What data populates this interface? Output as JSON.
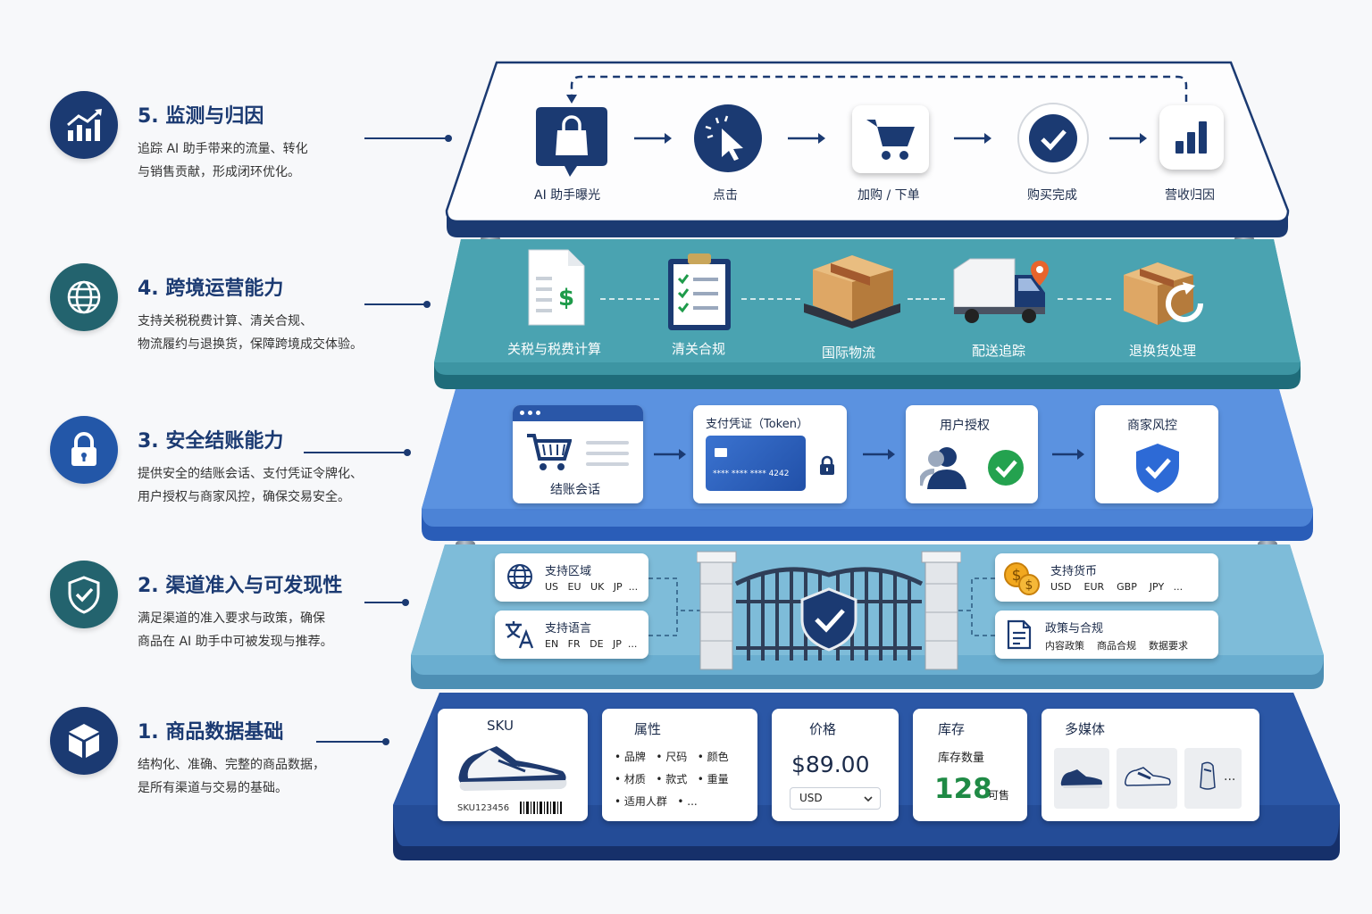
{
  "steps": [
    {
      "number": "5.",
      "title": "监测与归因",
      "desc_lines": [
        "追踪 AI 助手带来的流量、转化",
        "与销售贡献，形成闭环优化。"
      ],
      "icon": "trend-chart-icon",
      "color": "#1b3a72"
    },
    {
      "number": "4.",
      "title": "跨境运营能力",
      "desc_lines": [
        "支持关税税费计算、清关合规、",
        "物流履约与退换货，保障跨境成交体验。"
      ],
      "icon": "globe-icon",
      "color": "#23636e"
    },
    {
      "number": "3.",
      "title": "安全结账能力",
      "desc_lines": [
        "提供安全的结账会话、支付凭证令牌化、",
        "用户授权与商家风控，确保交易安全。"
      ],
      "icon": "lock-icon",
      "color": "#2357a8"
    },
    {
      "number": "2.",
      "title": "渠道准入与可发现性",
      "desc_lines": [
        "满足渠道的准入要求与政策，确保",
        "商品在 AI 助手中可被发现与推荐。"
      ],
      "icon": "shield-check-icon",
      "color": "#23636e"
    },
    {
      "number": "1.",
      "title": "商品数据基础",
      "desc_lines": [
        "结构化、准确、完整的商品数据，",
        "是所有渠道与交易的基础。"
      ],
      "icon": "cube-icon",
      "color": "#1b3a72"
    }
  ],
  "layer5": {
    "items": [
      {
        "label": "AI 助手曝光",
        "icon": "shopping-bag-chat-icon"
      },
      {
        "label": "点击",
        "icon": "cursor-click-icon"
      },
      {
        "label": "加购 / 下单",
        "icon": "cart-icon"
      },
      {
        "label": "购买完成",
        "icon": "check-circle-icon"
      },
      {
        "label": "营收归因",
        "icon": "bar-chart-icon"
      }
    ]
  },
  "layer4": {
    "items": [
      {
        "label": "关税与税费计算",
        "icon": "tax-document-icon"
      },
      {
        "label": "清关合规",
        "icon": "clipboard-checklist-icon"
      },
      {
        "label": "国际物流",
        "icon": "pallet-box-icon"
      },
      {
        "label": "配送追踪",
        "icon": "delivery-truck-icon"
      },
      {
        "label": "退换货处理",
        "icon": "return-box-icon"
      }
    ]
  },
  "layer3": {
    "checkout": {
      "label": "结账会话",
      "icon": "cart-icon"
    },
    "token": {
      "title": "支付凭证（Token）",
      "card_number": "**** **** **** 4242",
      "icon": "credit-card-icon"
    },
    "auth": {
      "title": "用户授权",
      "icon": "user-check-icon"
    },
    "risk": {
      "title": "商家风控",
      "icon": "shield-check-icon"
    }
  },
  "layer2": {
    "regions": {
      "title": "支持区域",
      "values": "US   EU   UK   JP  ..."
    },
    "languages": {
      "title": "支持语言",
      "values": "EN   FR   DE   JP  ..."
    },
    "currencies": {
      "title": "支持货币",
      "values": "USD    EUR    GBP    JPY   ..."
    },
    "policy": {
      "title": "政策与合规",
      "values": "内容政策    商品合规    数据要求"
    }
  },
  "layer1": {
    "sku": {
      "title": "SKU",
      "code": "SKU123456"
    },
    "attributes": {
      "title": "属性",
      "items": [
        "品牌",
        "尺码",
        "颜色",
        "材质",
        "款式",
        "重量",
        "适用人群",
        "..."
      ]
    },
    "price": {
      "title": "价格",
      "value": "$89.00",
      "currency": "USD"
    },
    "stock": {
      "title": "库存",
      "subtitle": "库存数量",
      "value": "128",
      "unit": "可售"
    },
    "media": {
      "title": "多媒体",
      "more": "..."
    }
  }
}
